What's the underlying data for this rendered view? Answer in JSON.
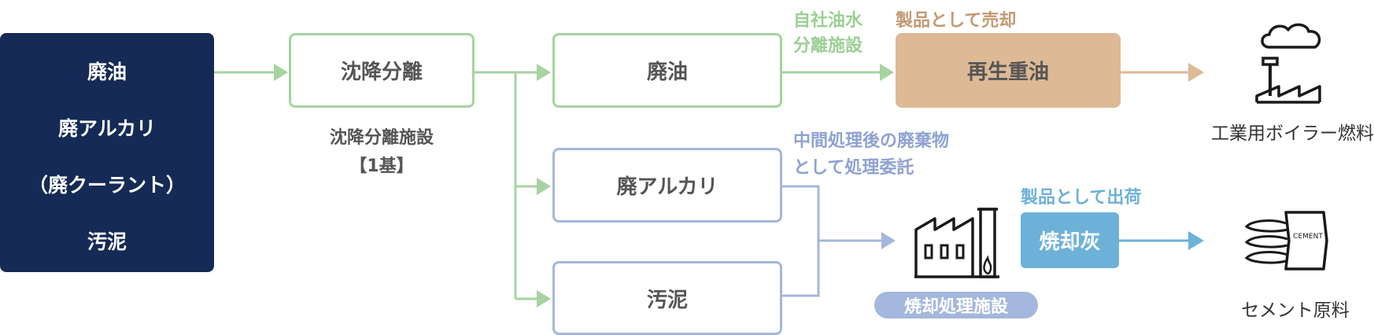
{
  "inputs": {
    "items": [
      "廃油",
      "廃アルカリ",
      "（廃クーラント）",
      "汚泥"
    ]
  },
  "settling": {
    "box_label": "沈降分離",
    "caption_line1": "沈降分離施設",
    "caption_line2": "【1基】"
  },
  "branches": {
    "oil": "廃油",
    "alkali": "廃アルカリ",
    "sludge": "汚泥"
  },
  "oil_route": {
    "facility_line1": "自社油水",
    "facility_line2": "分離施設",
    "sale_label": "製品として売却",
    "product": "再生重油",
    "end_use": "工業用ボイラー燃料"
  },
  "waste_route": {
    "note_line1": "中間処理後の廃棄物",
    "note_line2": "として処理委託",
    "facility": "焼却処理施設",
    "ship_label": "製品として出荷",
    "product": "焼却灰",
    "end_use": "セメント原料",
    "bag_text": "CEMENT"
  },
  "colors": {
    "navy": "#152a55",
    "green": "#a6d3a0",
    "tan": "#ddb995",
    "blue": "#a4b7dc",
    "sky": "#6db1d9"
  },
  "icons": [
    "factory-smoke-icon",
    "incinerator-icon",
    "cement-bag-icon"
  ]
}
